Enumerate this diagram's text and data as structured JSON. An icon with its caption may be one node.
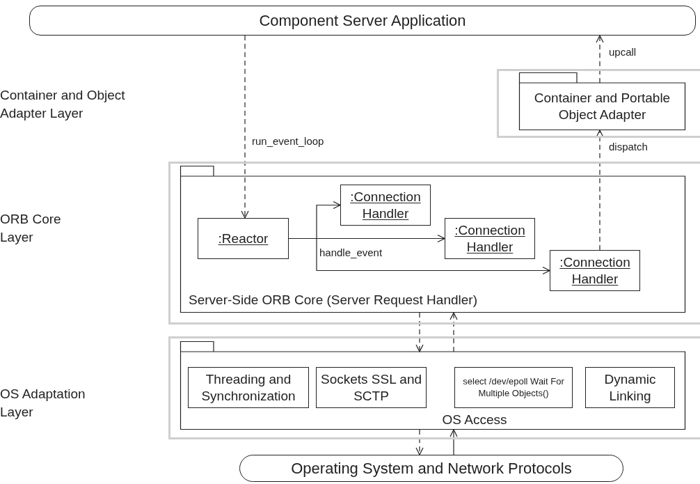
{
  "diagram": {
    "nodes": [
      {
        "text": [
          "Component Server Application"
        ]
      },
      {
        "text": [],
        "shape": "box"
      },
      {
        "text": [
          "Container and Portable Object Adapter"
        ],
        "in": 1
      },
      {
        "text": [],
        "shape": "box"
      },
      {
        "text": [
          "Server-Side ORB Core (Server Request Handler)"
        ],
        "in": 3
      },
      {
        "text": [
          ":Reactor"
        ],
        "in": 4
      },
      {
        "text": [
          ":Connection Handler"
        ],
        "in": 4
      },
      {
        "text": [
          ":Connection Handler"
        ],
        "in": 4
      },
      {
        "text": [
          ":Connection Handler"
        ],
        "in": 4
      },
      {
        "text": [],
        "shape": "box"
      },
      {
        "text": [
          "OS Access"
        ],
        "in": 9
      },
      {
        "text": [
          "Threading and Synchronization"
        ],
        "in": 10
      },
      {
        "text": [
          "Sockets SSL and SCTP"
        ],
        "in": 10
      },
      {
        "text": [
          "select /dev/epoll Wait For Multiple Objects()"
        ],
        "in": 10
      },
      {
        "text": [
          "Dynamic Linking"
        ],
        "in": 10
      },
      {
        "text": [
          "Operating System and Network Protocols"
        ]
      }
    ],
    "edges": [
      {
        "from": 0,
        "to": 5,
        "arrow": "to",
        "label": "run_event_loop",
        "style": "dashed"
      },
      {
        "from": 8,
        "to": 2,
        "arrow": "to",
        "label": "dispatch",
        "style": "dashed"
      },
      {
        "from": 2,
        "to": 0,
        "arrow": "to",
        "label": "upcall",
        "style": "dashed"
      },
      {
        "from": 5,
        "to": 6,
        "arrow": "to"
      },
      {
        "from": 5,
        "to": 7,
        "arrow": "to",
        "label": "handle_event"
      },
      {
        "from": 5,
        "to": 8,
        "arrow": "to"
      },
      {
        "from": 4,
        "to": 10,
        "arrow": "to",
        "style": "dashed"
      },
      {
        "from": 10,
        "to": 4,
        "arrow": "to",
        "style": "dashed"
      },
      {
        "from": 10,
        "to": 15,
        "arrow": "to",
        "style": "dashed"
      },
      {
        "from": 15,
        "to": 10,
        "arrow": "to"
      }
    ],
    "labels": [
      "Container and Object Adapter Layer",
      "ORB Core Layer",
      "OS Adaptation Layer"
    ]
  }
}
